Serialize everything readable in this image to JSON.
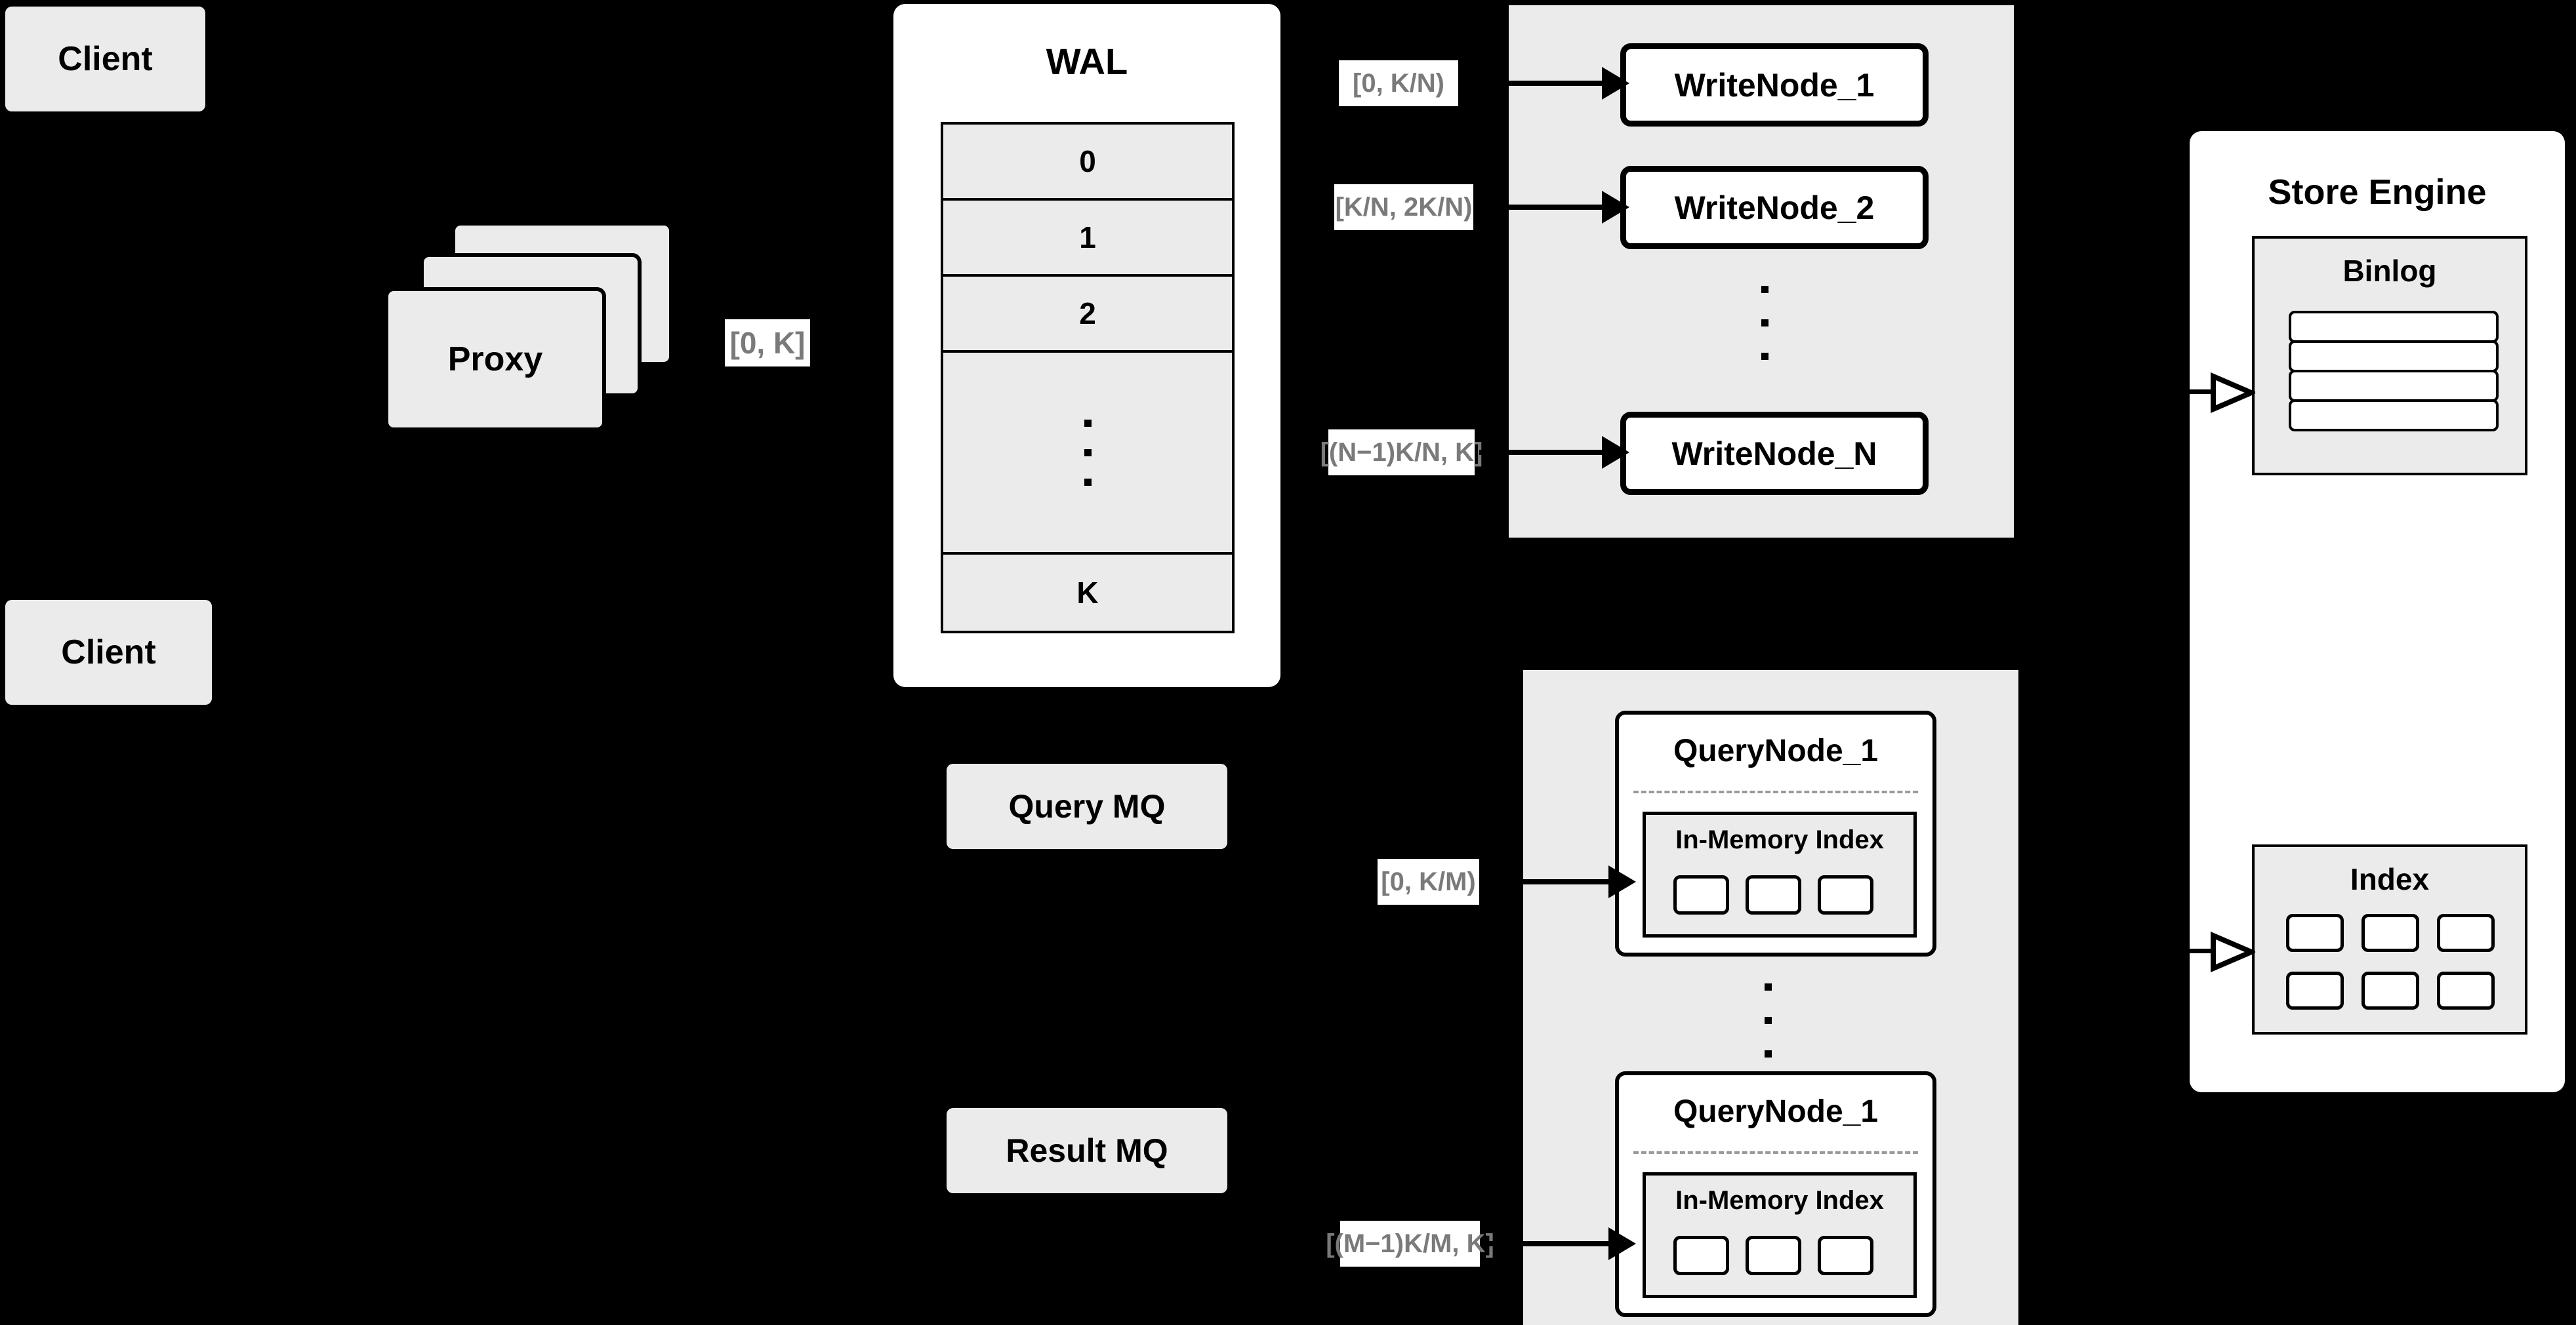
{
  "diagram": {
    "title": "Distributed Write/Query Architecture",
    "background_color": "#000000",
    "box_fill": "#ebebeb",
    "panel_fill": "#ffffff",
    "label_text_color": "#7a7a7a",
    "stroke_color": "#000000"
  },
  "clients": [
    {
      "label": "Client"
    },
    {
      "label": "Client"
    }
  ],
  "proxy": {
    "label": "Proxy",
    "stack_count": 3
  },
  "proxy_range_label": "[0, K]",
  "wal": {
    "title": "WAL",
    "rows": [
      "0",
      "1",
      "2",
      "",
      "K"
    ],
    "ellipsis_row_index": 3,
    "ellipsis_dots": 3
  },
  "write_cluster": {
    "nodes": [
      {
        "label": "WriteNode_1",
        "range": "[0,  K/N)"
      },
      {
        "label": "WriteNode_2",
        "range": "[K/N, 2K/N)"
      },
      {
        "label": "WriteNode_N",
        "range": "[(N−1)K/N,  K]"
      }
    ],
    "ellipsis_dots": 3
  },
  "query_mq": {
    "label": "Query MQ"
  },
  "result_mq": {
    "label": "Result MQ"
  },
  "query_cluster": {
    "nodes": [
      {
        "label": "QueryNode_1",
        "range": "[0, K/M)",
        "inner": {
          "title": "In-Memory Index",
          "chips": 3
        }
      },
      {
        "label": "QueryNode_1",
        "range": "[(M−1)K/M, K]",
        "inner": {
          "title": "In-Memory Index",
          "chips": 3
        }
      }
    ],
    "ellipsis_dots": 3
  },
  "store_engine": {
    "title": "Store Engine",
    "binlog": {
      "title": "Binlog",
      "rows": 4
    },
    "index": {
      "title": "Index",
      "rows": 2,
      "cols": 3
    }
  }
}
